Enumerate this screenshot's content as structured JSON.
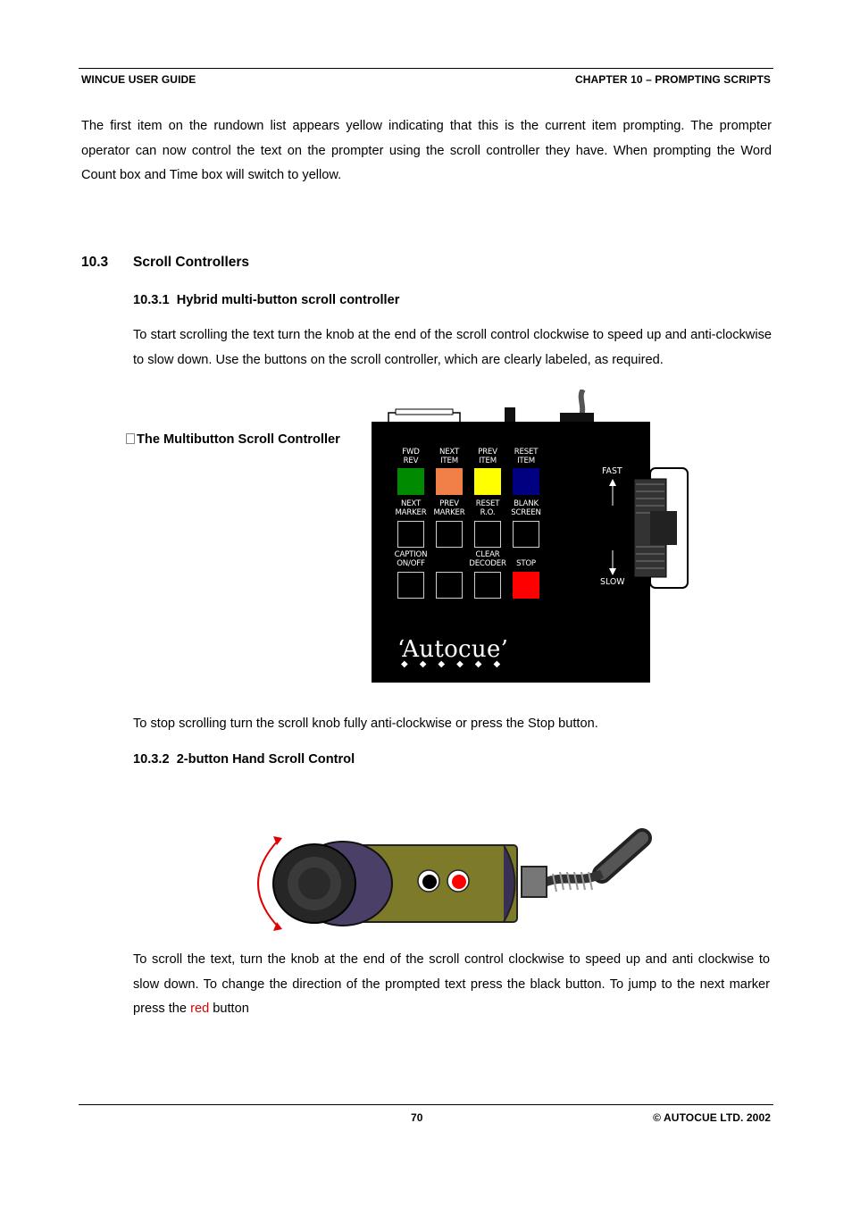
{
  "header": {
    "left": "WINCUE USER GUIDE",
    "right": "CHAPTER 10 – PROMPTING SCRIPTS"
  },
  "intro_paragraph": "The first item on the rundown list appears yellow indicating that this is the current item prompting. The prompter operator can now control the text on the prompter using the scroll controller they have. When prompting the Word Count box and Time box will switch to yellow.",
  "section": {
    "number": "10.3",
    "title": "Scroll Controllers"
  },
  "sub1": {
    "number": "10.3.1",
    "title": "Hybrid multi-button scroll controller",
    "paragraph": "To start scrolling the text turn the knob at the end of the scroll control clockwise to speed up and anti-clockwise to slow down.  Use the buttons on the scroll controller, which are clearly labeled, as required.",
    "figure_caption": "The Multibutton Scroll Controller",
    "stop_paragraph": "To stop scrolling turn the scroll knob fully anti-clockwise or press the Stop button."
  },
  "controller": {
    "brand": "‘Autocue’",
    "fast_label": "FAST",
    "slow_label": "SLOW",
    "row1": [
      {
        "l1": "FWD",
        "l2": "REV",
        "color": "#008a00"
      },
      {
        "l1": "NEXT",
        "l2": "ITEM",
        "color": "#f08048"
      },
      {
        "l1": "PREV",
        "l2": "ITEM",
        "color": "#ffff00"
      },
      {
        "l1": "RESET",
        "l2": "ITEM",
        "color": "#000080"
      }
    ],
    "row2": [
      {
        "l1": "NEXT",
        "l2": "MARKER"
      },
      {
        "l1": "PREV",
        "l2": "MARKER"
      },
      {
        "l1": "RESET",
        "l2": "R.O."
      },
      {
        "l1": "BLANK",
        "l2": "SCREEN"
      }
    ],
    "row3": [
      {
        "l1": "CAPTION",
        "l2": "ON/OFF"
      },
      {
        "l1": "",
        "l2": ""
      },
      {
        "l1": "CLEAR",
        "l2": "DECODER"
      },
      {
        "l1": "",
        "l2": "STOP",
        "color": "#ff0000"
      }
    ]
  },
  "sub2": {
    "number": "10.3.2",
    "title": "2-button Hand Scroll Control",
    "paragraph_before_red": "To scroll the text, turn the knob at the end of the scroll control clockwise to speed up and anti clockwise to slow down.  To change the direction of the prompted text press the black button. To jump to the next marker press the ",
    "red_word": "red",
    "paragraph_after_red": " button"
  },
  "footer": {
    "page_number": "70",
    "copyright": "© AUTOCUE  LTD.  2002"
  },
  "colors": {
    "hand_body": "#7d7a2a",
    "knob": "#262626",
    "red_button": "#ff0000",
    "arrow": "#e00000"
  }
}
